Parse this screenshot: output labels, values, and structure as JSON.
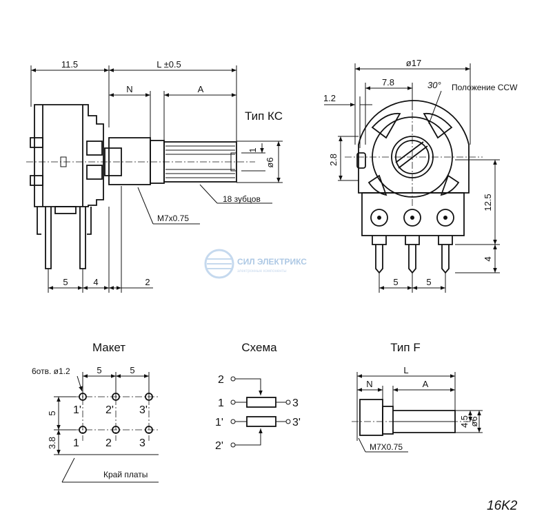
{
  "views": {
    "side": {
      "title": "Тип КС",
      "dims": {
        "body_len": "11.5",
        "shaft_len": "L ±0.5",
        "n": "N",
        "a": "A",
        "gap": "1",
        "dia": "ø6",
        "teeth": "18 зубцов",
        "thread": "M7x0.75",
        "pin5": "5",
        "pin4": "4",
        "pin2": "2"
      }
    },
    "front": {
      "caption": "Положение CCW",
      "dims": {
        "dia": "ø17",
        "d78": "7.8",
        "angle": "30°",
        "d12": "1.2",
        "d28": "2.8",
        "d125": "12.5",
        "d4": "4",
        "pin5a": "5",
        "pin5b": "5"
      }
    },
    "layout": {
      "title": "Макет",
      "holes": "6отв. ø1.2",
      "p5a": "5",
      "p5b": "5",
      "v5": "5",
      "v38": "3.8",
      "pins_top": [
        "1'",
        "2'",
        "3'"
      ],
      "pins_bottom": [
        "1",
        "2",
        "3"
      ],
      "edge": "Край платы"
    },
    "schematic": {
      "title": "Схема",
      "pins": {
        "p2": "2",
        "p1": "1",
        "p3": "3",
        "p1b": "1'",
        "p3b": "3'",
        "p2b": "2'"
      }
    },
    "typef": {
      "title": "Тип F",
      "l": "L",
      "n": "N",
      "a": "A",
      "d45": "4.5",
      "d6": "ø6",
      "thread": "M7X0.75"
    }
  },
  "watermark": {
    "brand": "СИЛ ЭЛЕКТРИКС",
    "tagline": "электронные компоненты"
  },
  "model": "16K2"
}
